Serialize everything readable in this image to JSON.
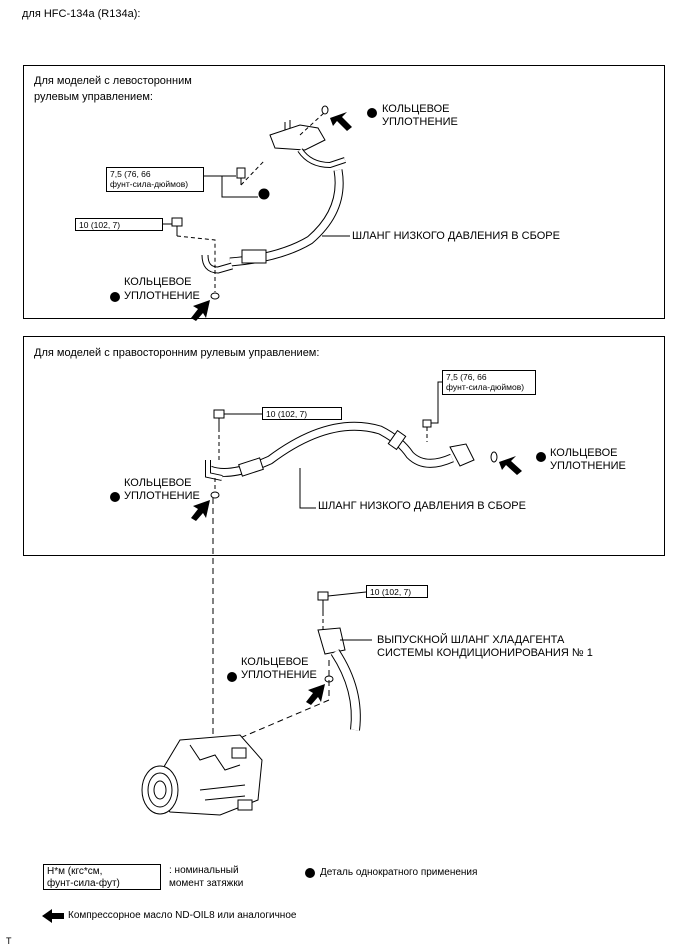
{
  "header": {
    "title": "для HFC-134a (R134a):"
  },
  "panel_lhd": {
    "title_line1": "Для моделей с левосторонним",
    "title_line2": "рулевым управлением:",
    "torque1": {
      "line1": "7,5 (76, 66",
      "line2": "фунт-сила-дюймов)"
    },
    "torque2": "10 (102, 7)",
    "oring_top": {
      "line1": "КОЛЬЦЕВОЕ",
      "line2": "УПЛОТНЕНИЕ"
    },
    "oring_bottom": {
      "line1": "КОЛЬЦЕВОЕ",
      "line2": "УПЛОТНЕНИЕ"
    },
    "hose_label": "ШЛАНГ НИЗКОГО ДАВЛЕНИЯ В СБОРЕ"
  },
  "panel_rhd": {
    "title": "Для моделей с правосторонним рулевым управлением:",
    "torque1": {
      "line1": "7,5 (76, 66",
      "line2": "фунт-сила-дюймов)"
    },
    "torque2": "10 (102, 7)",
    "oring_right": {
      "line1": "КОЛЬЦЕВОЕ",
      "line2": "УПЛОТНЕНИЕ"
    },
    "oring_left": {
      "line1": "КОЛЬЦЕВОЕ",
      "line2": "УПЛОТНЕНИЕ"
    },
    "hose_label": "ШЛАНГ НИЗКОГО ДАВЛЕНИЯ В СБОРЕ"
  },
  "lower": {
    "torque": "10 (102, 7)",
    "discharge_line1": "ВЫПУСКНОЙ ШЛАНГ ХЛАДАГЕНТА",
    "discharge_line2": "СИСТЕМЫ КОНДИЦИОНИРОВАНИЯ № 1",
    "oring": {
      "line1": "КОЛЬЦЕВОЕ",
      "line2": "УПЛОТНЕНИЕ"
    }
  },
  "legend": {
    "torque_box_line1": "Н*м (кгс*см,",
    "torque_box_line2": "фунт-сила-фут)",
    "torque_desc_line1": ": номинальный",
    "torque_desc_line2": "момент затяжки",
    "nonreusable": "Деталь однократного применения",
    "oil": "Компрессорное масло ND-OIL8 или аналогичное"
  },
  "corner_mark": "T"
}
